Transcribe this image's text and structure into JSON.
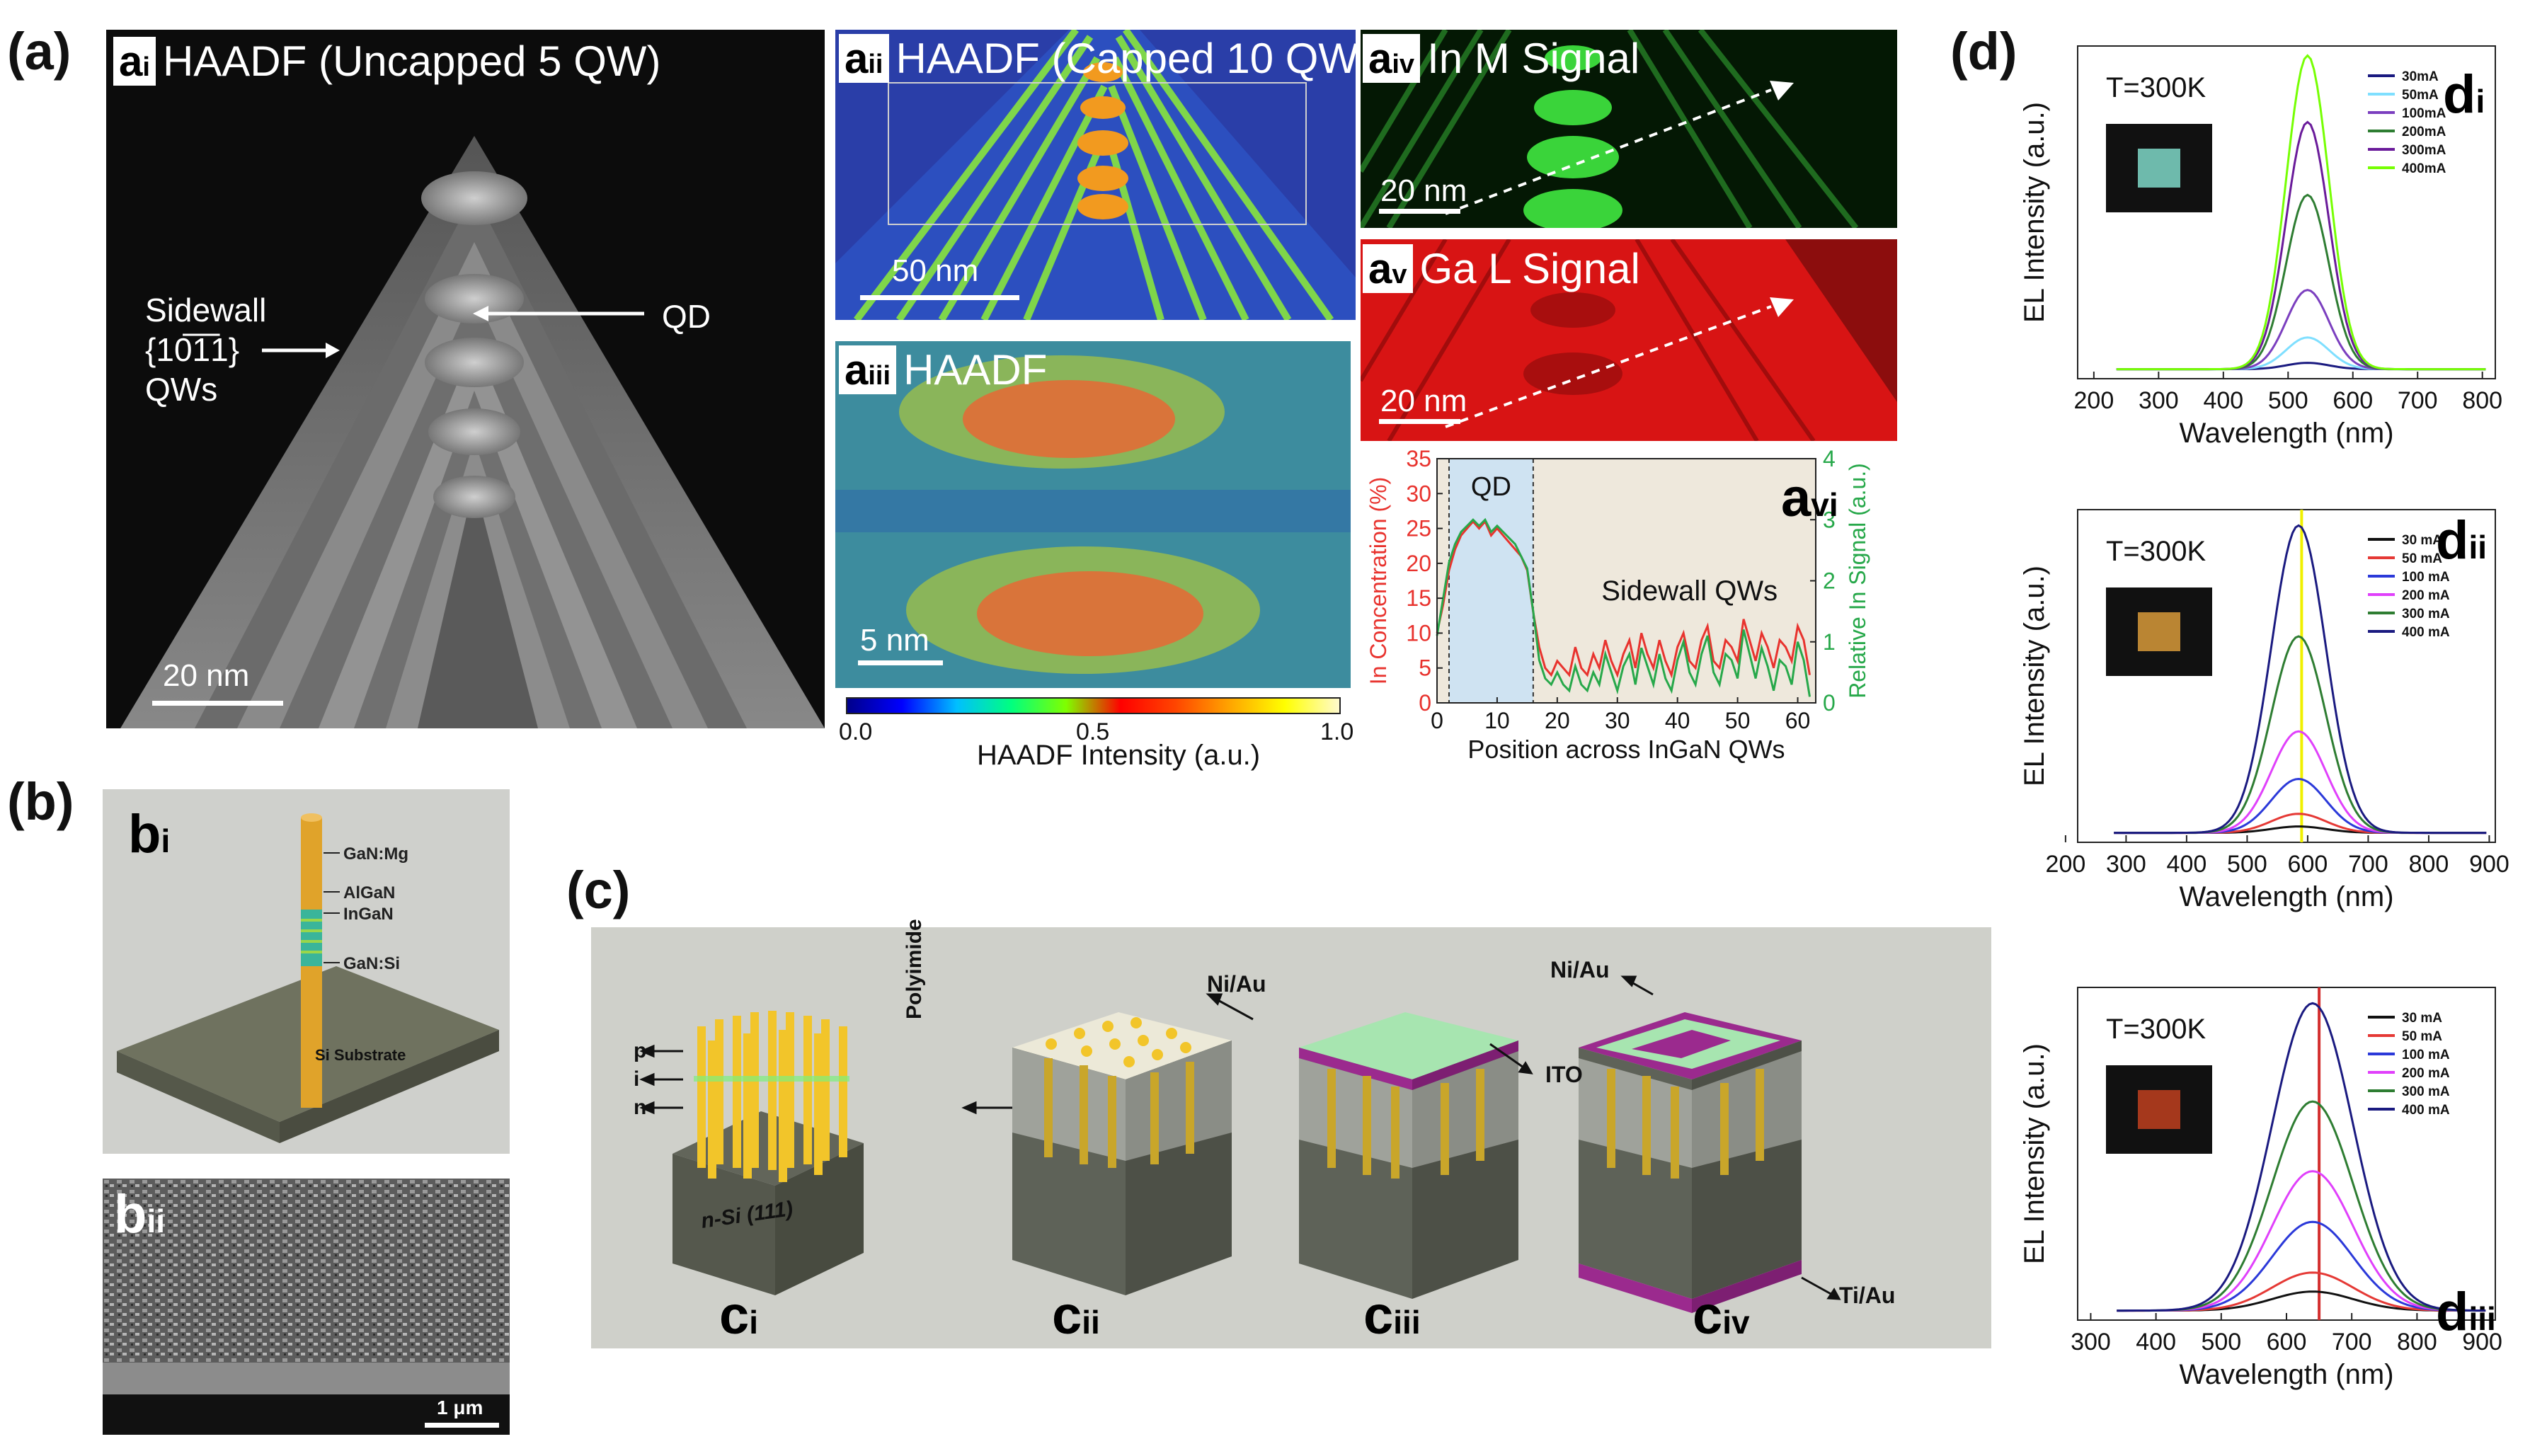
{
  "figure": {
    "panel_labels": {
      "a": "(a)",
      "b": "(b)",
      "c": "(c)",
      "d": "(d)"
    },
    "a1": {
      "tag": "a",
      "tag_sub": "i",
      "title": "HAADF (Uncapped 5 QW)",
      "sidewall_label_l1": "Sidewall",
      "sidewall_label_l2": "{10̅1̅1}",
      "sidewall_label_l3": "QWs",
      "qd_label": "QD",
      "scale": "20 nm"
    },
    "a2": {
      "tag": "a",
      "tag_sub": "ii",
      "title": "HAADF (Capped 10 QW)",
      "scale": "50 nm"
    },
    "a3": {
      "tag": "a",
      "tag_sub": "iii",
      "title": "HAADF",
      "scale": "5 nm"
    },
    "colorbar": {
      "label": "HAADF Intensity (a.u.)",
      "ticks": [
        "0.0",
        "0.5",
        "1.0"
      ]
    },
    "a4": {
      "tag": "a",
      "tag_sub": "iv",
      "title": "In M Signal",
      "scale": "20 nm"
    },
    "a5": {
      "tag": "a",
      "tag_sub": "v",
      "title": "Ga L Signal",
      "scale": "20 nm"
    },
    "a6": {
      "tag": "a",
      "tag_sub": "vi",
      "qd_label": "QD",
      "sidewall_label": "Sidewall QWs"
    },
    "b1": {
      "tag": "b",
      "tag_sub": "i",
      "layers": [
        "GaN:Mg",
        "AlGaN",
        "InGaN",
        "GaN:Si"
      ],
      "substrate": "Si Substrate"
    },
    "b2": {
      "tag": "b",
      "tag_sub": "ii",
      "scale": "1 μm"
    },
    "c": {
      "pin": [
        "p",
        "i",
        "n"
      ],
      "substrate": "n-Si (111)",
      "polyimide": "Polyimide",
      "niau1": "Ni/Au",
      "ito": "ITO",
      "niau2": "Ni/Au",
      "tiau": "Ti/Au",
      "tags": [
        {
          "t": "c",
          "s": "i"
        },
        {
          "t": "c",
          "s": "ii"
        },
        {
          "t": "c",
          "s": "iii"
        },
        {
          "t": "c",
          "s": "iv"
        }
      ]
    },
    "d_tags": [
      {
        "t": "d",
        "s": "i"
      },
      {
        "t": "d",
        "s": "ii"
      },
      {
        "t": "d",
        "s": "iii"
      }
    ]
  },
  "chart_data": [
    {
      "id": "a6",
      "type": "line",
      "xlabel": "Position across InGaN QWs",
      "ylabel": "In Concentration (%)",
      "y2label": "Relative In Signal (a.u.)",
      "xlim": [
        0,
        63
      ],
      "ylim": [
        0,
        35
      ],
      "y2lim": [
        0,
        4
      ],
      "xticks": [
        0,
        10,
        20,
        30,
        40,
        50,
        60
      ],
      "yticks": [
        0,
        5,
        10,
        15,
        20,
        25,
        30,
        35
      ],
      "y2ticks": [
        0,
        1,
        2,
        3,
        4
      ],
      "colors": {
        "in_conc": "#e8332e",
        "in_signal": "#27a84a"
      },
      "qd_region": [
        2,
        16
      ],
      "series": [
        {
          "color_key": "in_conc",
          "axis": "y",
          "x": [
            0,
            1,
            2,
            3,
            4,
            5,
            6,
            7,
            8,
            9,
            10,
            11,
            12,
            13,
            14,
            15,
            16,
            17,
            18,
            19,
            20,
            21,
            22,
            23,
            24,
            25,
            26,
            27,
            28,
            29,
            30,
            31,
            32,
            33,
            34,
            35,
            36,
            37,
            38,
            39,
            40,
            41,
            42,
            43,
            44,
            45,
            46,
            47,
            48,
            49,
            50,
            51,
            52,
            53,
            54,
            55,
            56,
            57,
            58,
            59,
            60,
            61,
            62
          ],
          "values": [
            10,
            14,
            19,
            22,
            24,
            25,
            26,
            25,
            26,
            24,
            25,
            24,
            23,
            22,
            21,
            19,
            13,
            8,
            5,
            4,
            6,
            5,
            4,
            8,
            5,
            4,
            7,
            5,
            9,
            6,
            4,
            7,
            9,
            5,
            10,
            7,
            5,
            9,
            6,
            4,
            8,
            10,
            6,
            5,
            9,
            11,
            6,
            5,
            9,
            8,
            6,
            12,
            9,
            6,
            10,
            8,
            5,
            9,
            8,
            6,
            11,
            9,
            4
          ]
        },
        {
          "color_key": "in_signal",
          "axis": "y2",
          "x": [
            0,
            1,
            2,
            3,
            4,
            5,
            6,
            7,
            8,
            9,
            10,
            11,
            12,
            13,
            14,
            15,
            16,
            17,
            18,
            19,
            20,
            21,
            22,
            23,
            24,
            25,
            26,
            27,
            28,
            29,
            30,
            31,
            32,
            33,
            34,
            35,
            36,
            37,
            38,
            39,
            40,
            41,
            42,
            43,
            44,
            45,
            46,
            47,
            48,
            49,
            50,
            51,
            52,
            53,
            54,
            55,
            56,
            57,
            58,
            59,
            60,
            61,
            62
          ],
          "values": [
            1.1,
            1.7,
            2.3,
            2.6,
            2.8,
            2.9,
            3.0,
            2.9,
            3.0,
            2.8,
            2.9,
            2.8,
            2.7,
            2.6,
            2.4,
            2.2,
            1.5,
            0.7,
            0.4,
            0.3,
            0.5,
            0.3,
            0.2,
            0.6,
            0.3,
            0.2,
            0.5,
            0.3,
            0.8,
            0.5,
            0.2,
            0.6,
            0.8,
            0.3,
            0.9,
            0.6,
            0.3,
            0.8,
            0.4,
            0.2,
            0.7,
            1.0,
            0.5,
            0.3,
            0.8,
            1.1,
            0.5,
            0.3,
            0.8,
            0.7,
            0.4,
            1.2,
            0.8,
            0.4,
            0.9,
            0.6,
            0.2,
            0.7,
            0.6,
            0.3,
            1.0,
            0.7,
            0.1
          ]
        }
      ]
    },
    {
      "id": "d1",
      "type": "line",
      "xlabel": "Wavelength (nm)",
      "ylabel": "EL Intensity (a.u.)",
      "xlim": [
        175,
        820
      ],
      "ylim": [
        0,
        1.05
      ],
      "xticks": [
        200,
        300,
        400,
        500,
        600,
        700,
        800
      ],
      "annotation": "T=300K",
      "series": [
        {
          "name": "30mA",
          "color": "#1a1a80",
          "peak": 530,
          "height": 0.02,
          "width": 33
        },
        {
          "name": "50mA",
          "color": "#7fdfff",
          "peak": 530,
          "height": 0.1,
          "width": 33
        },
        {
          "name": "100mA",
          "color": "#7b3fbf",
          "peak": 530,
          "height": 0.25,
          "width": 33
        },
        {
          "name": "200mA",
          "color": "#2e7d32",
          "peak": 530,
          "height": 0.55,
          "width": 33
        },
        {
          "name": "300mA",
          "color": "#6a1b9a",
          "peak": 530,
          "height": 0.78,
          "width": 33
        },
        {
          "name": "400mA",
          "color": "#76ff03",
          "peak": 530,
          "height": 0.99,
          "width": 33
        }
      ]
    },
    {
      "id": "d2",
      "type": "line",
      "xlabel": "Wavelength (nm)",
      "ylabel": "EL Intensity (a.u.)",
      "xlim": [
        220,
        910
      ],
      "ylim": [
        0,
        1.05
      ],
      "xticks": [
        200,
        300,
        400,
        500,
        600,
        700,
        800,
        900
      ],
      "annotation": "T=300K",
      "marker_x": 590,
      "marker_color": "#f0f000",
      "series": [
        {
          "name": "30 mA",
          "color": "#111111",
          "peak": 585,
          "height": 0.02,
          "width": 45
        },
        {
          "name": "50 mA",
          "color": "#e53935",
          "peak": 585,
          "height": 0.06,
          "width": 45
        },
        {
          "name": "100 mA",
          "color": "#2b39d9",
          "peak": 585,
          "height": 0.17,
          "width": 45
        },
        {
          "name": "200 mA",
          "color": "#e040fb",
          "peak": 585,
          "height": 0.32,
          "width": 45
        },
        {
          "name": "300 mA",
          "color": "#2e7d32",
          "peak": 585,
          "height": 0.62,
          "width": 45
        },
        {
          "name": "400 mA",
          "color": "#1a1a80",
          "peak": 585,
          "height": 0.97,
          "width": 45
        }
      ]
    },
    {
      "id": "d3",
      "type": "line",
      "xlabel": "Wavelength (nm)",
      "ylabel": "EL Intensity (a.u.)",
      "xlim": [
        280,
        920
      ],
      "ylim": [
        0,
        1.05
      ],
      "xticks": [
        300,
        400,
        500,
        600,
        700,
        800,
        900
      ],
      "annotation": "T=300K",
      "marker_x": 650,
      "marker_color": "#d32f2f",
      "series": [
        {
          "name": "30 mA",
          "color": "#111111",
          "peak": 640,
          "height": 0.06,
          "width": 62
        },
        {
          "name": "50 mA",
          "color": "#e53935",
          "peak": 640,
          "height": 0.12,
          "width": 62
        },
        {
          "name": "100 mA",
          "color": "#2b39d9",
          "peak": 640,
          "height": 0.28,
          "width": 62
        },
        {
          "name": "200 mA",
          "color": "#e040fb",
          "peak": 640,
          "height": 0.44,
          "width": 62
        },
        {
          "name": "300 mA",
          "color": "#2e7d32",
          "peak": 640,
          "height": 0.66,
          "width": 62
        },
        {
          "name": "400 mA",
          "color": "#1a1a80",
          "peak": 640,
          "height": 0.97,
          "width": 62
        }
      ]
    }
  ]
}
